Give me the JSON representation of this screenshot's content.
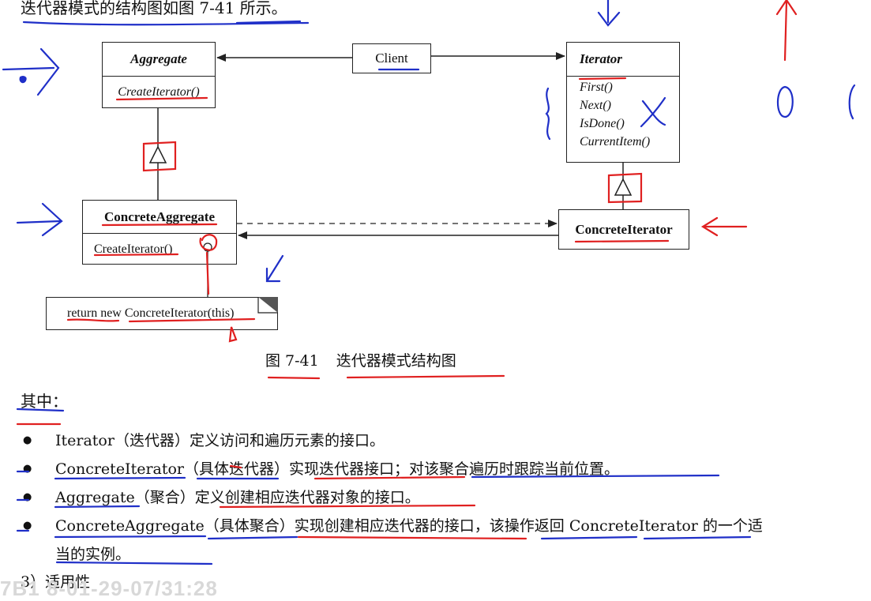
{
  "intro": "迭代器模式的结构图如图 7-41 所示。",
  "diagram": {
    "aggregate": {
      "name": "Aggregate",
      "op": "CreateIterator()"
    },
    "client": {
      "name": "Client"
    },
    "iterator": {
      "name": "Iterator",
      "ops": [
        "First()",
        "Next()",
        "IsDone()",
        "CurrentItem()"
      ]
    },
    "concrete_aggregate": {
      "name": "ConcreteAggregate",
      "op": "CreateIterator()"
    },
    "concrete_iterator": {
      "name": "ConcreteIterator"
    },
    "note": "return new ConcreteIterator(this)"
  },
  "caption": {
    "number": "图 7-41",
    "text": "迭代器模式结构图"
  },
  "heading": "其中：",
  "bullets": [
    "Iterator（迭代器）定义访问和遍历元素的接口。",
    "ConcreteIterator（具体迭代器）实现迭代器接口；对该聚合遍历时跟踪当前位置。",
    "Aggregate（聚合）定义创建相应迭代器对象的接口。",
    "ConcreteAggregate（具体聚合）实现创建相应迭代器的接口，该操作返回 ConcreteIterator 的一个适当的实例。"
  ],
  "section": "3）适用性",
  "watermark": "7B1 8-01-29-07/31:28",
  "colors": {
    "red_ink": "#e02020",
    "blue_ink": "#1f2fc8",
    "line": "#222222"
  }
}
